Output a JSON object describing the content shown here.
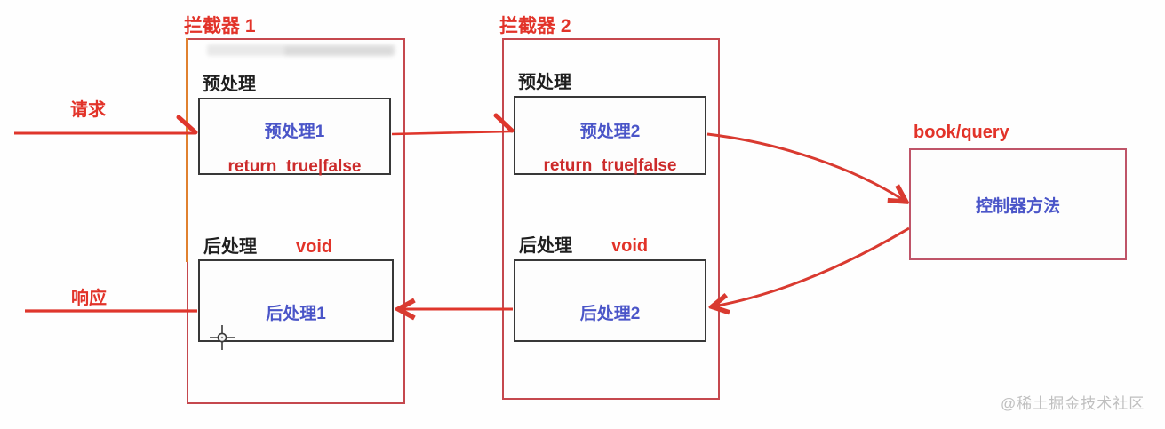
{
  "colors": {
    "label_red": "#e23329",
    "code_crimson": "#cc2b2b",
    "name_blue": "#4a55c8",
    "interceptor_border": "#c5484e",
    "inner_box_border": "#383838",
    "controller_border": "#bf5468",
    "arrow_red": "#d93a30",
    "orange_edge": "#e0812f",
    "watermark_gray": "#bfbfbf"
  },
  "interceptors": [
    {
      "title": "拦截器 1",
      "pre_label": "预处理",
      "pre_name": "预处理1",
      "pre_return": "return  true|false",
      "post_label": "后处理",
      "post_void": "void",
      "post_name": "后处理1"
    },
    {
      "title": "拦截器 2",
      "pre_label": "预处理",
      "pre_name": "预处理2",
      "pre_return": "return  true|false",
      "post_label": "后处理",
      "post_void": "void",
      "post_name": "后处理2"
    }
  ],
  "controller": {
    "title": "book/query",
    "label": "控制器方法"
  },
  "flow": {
    "request_label": "请求",
    "response_label": "响应"
  },
  "watermark": "@稀土掘金技术社区"
}
